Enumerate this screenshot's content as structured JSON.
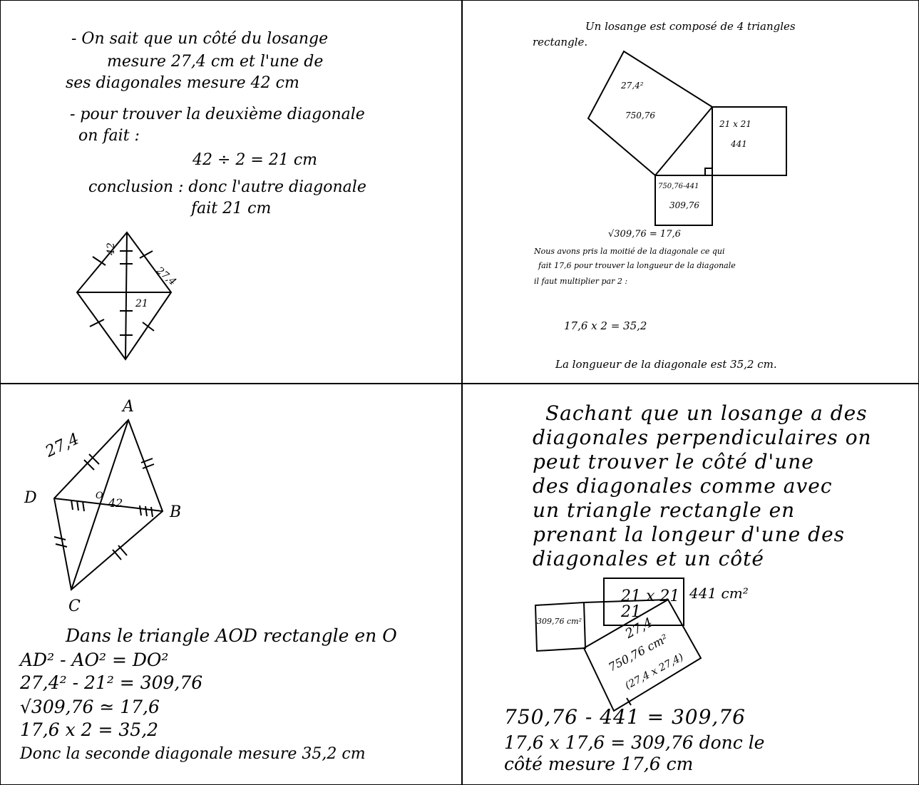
{
  "panel1": {
    "lines": [
      "- On sait que un côté du losange",
      "mesure 27,4 cm et l'une de",
      "ses diagonales mesure 42 cm",
      "- pour trouver la deuxième diagonale",
      "on fait :",
      "42 ÷ 2 = 21 cm",
      "conclusion : donc l'autre diagonale",
      "fait 21 cm"
    ],
    "figure_labels": {
      "half_diag": "42",
      "side": "27,4",
      "other": "21"
    }
  },
  "panel2": {
    "lines": [
      "Un losange est composé de 4 triangles",
      "rectangle.",
      "Nous avons pris la moitié de la diagonale ce qui",
      "fait 17,6 pour trouver la longueur de la diagonale",
      "il faut multiplier par 2 :",
      "17,6 x 2 = 35,2",
      "La longueur de la diagonale est 35,2 cm."
    ],
    "figure_labels": {
      "big_side": "27,4²",
      "big_area": "750,76",
      "right_sq": "21 x 21",
      "right_area": "441",
      "small_calc": "750,76-441",
      "small_area": "309,76",
      "root": "√309,76 = 17,6"
    }
  },
  "panel3": {
    "vertices": {
      "a": "A",
      "b": "B",
      "c": "C",
      "d": "D"
    },
    "figure_labels": {
      "side": "27,4",
      "diag": "42",
      "center": "O"
    },
    "lines": [
      "Dans le triangle AOD rectangle en O",
      "AD² - AO² = DO²",
      "27,4² - 21² = 309,76",
      "√309,76 ≃ 17,6",
      "17,6 x 2 = 35,2",
      "Donc la seconde diagonale mesure 35,2 cm"
    ]
  },
  "panel4": {
    "lines": [
      "Sachant que un losange a des",
      "diagonales perpendiculaires on",
      "peut trouver le côté d'une",
      "des diagonales comme avec",
      "un triangle rectangle en",
      "prenant la longeur d'une des",
      "diagonales et un côté"
    ],
    "figure_labels": {
      "top_sq": "21 x 21",
      "top_side": "21",
      "top_area": "441 cm²",
      "left_sq": "309,76 cm²",
      "big_side": "27,4",
      "big_area": "750,76 cm²",
      "big_calc": "(27,4 x 27,4)"
    },
    "bottom_lines": [
      "750,76 - 441 = 309,76",
      "17,6 x 17,6 = 309,76 donc le",
      "côté mesure 17,6 cm"
    ]
  }
}
